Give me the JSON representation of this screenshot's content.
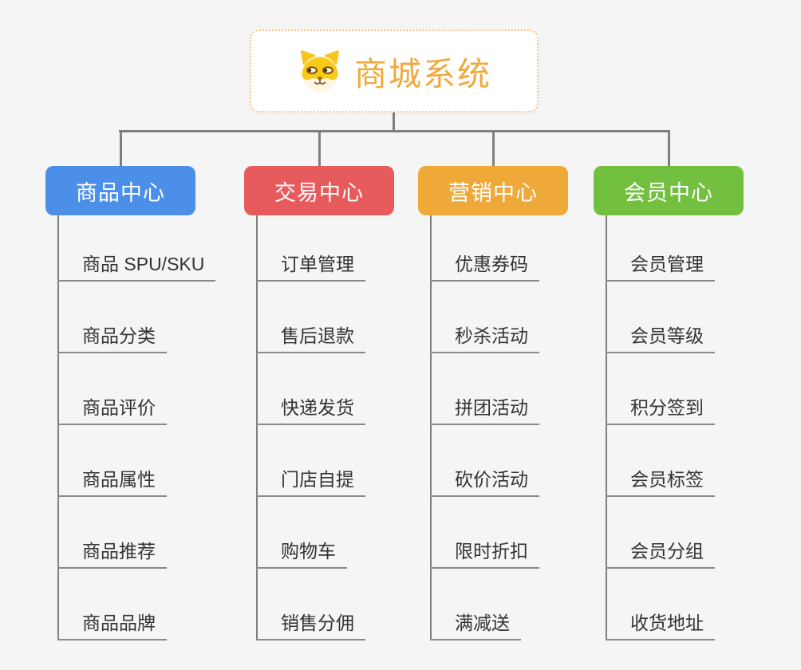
{
  "root": {
    "title": "商城系统",
    "icon": "shiba-dog-icon"
  },
  "branches": [
    {
      "label": "商品中心",
      "color": "#4B8FE9",
      "items": [
        "商品 SPU/SKU",
        "商品分类",
        "商品评价",
        "商品属性",
        "商品推荐",
        "商品品牌"
      ]
    },
    {
      "label": "交易中心",
      "color": "#E75B5C",
      "items": [
        "订单管理",
        "售后退款",
        "快递发货",
        "门店自提",
        "购物车",
        "销售分佣"
      ]
    },
    {
      "label": "营销中心",
      "color": "#EFA939",
      "items": [
        "优惠券码",
        "秒杀活动",
        "拼团活动",
        "砍价活动",
        "限时折扣",
        "满减送"
      ]
    },
    {
      "label": "会员中心",
      "color": "#73C041",
      "items": [
        "会员管理",
        "会员等级",
        "积分签到",
        "会员标签",
        "会员分组",
        "收货地址"
      ]
    }
  ],
  "colors": {
    "background": "#F5F5F5",
    "connector": "#7F7F7F",
    "leaf_underline": "#8A8A8A",
    "leaf_text": "#333333",
    "root_title": "#F0A93E",
    "root_border": "#F3C987",
    "branch_blue": "#4B8FE9",
    "branch_red": "#E75B5C",
    "branch_orange": "#EFA939",
    "branch_green": "#73C041"
  }
}
